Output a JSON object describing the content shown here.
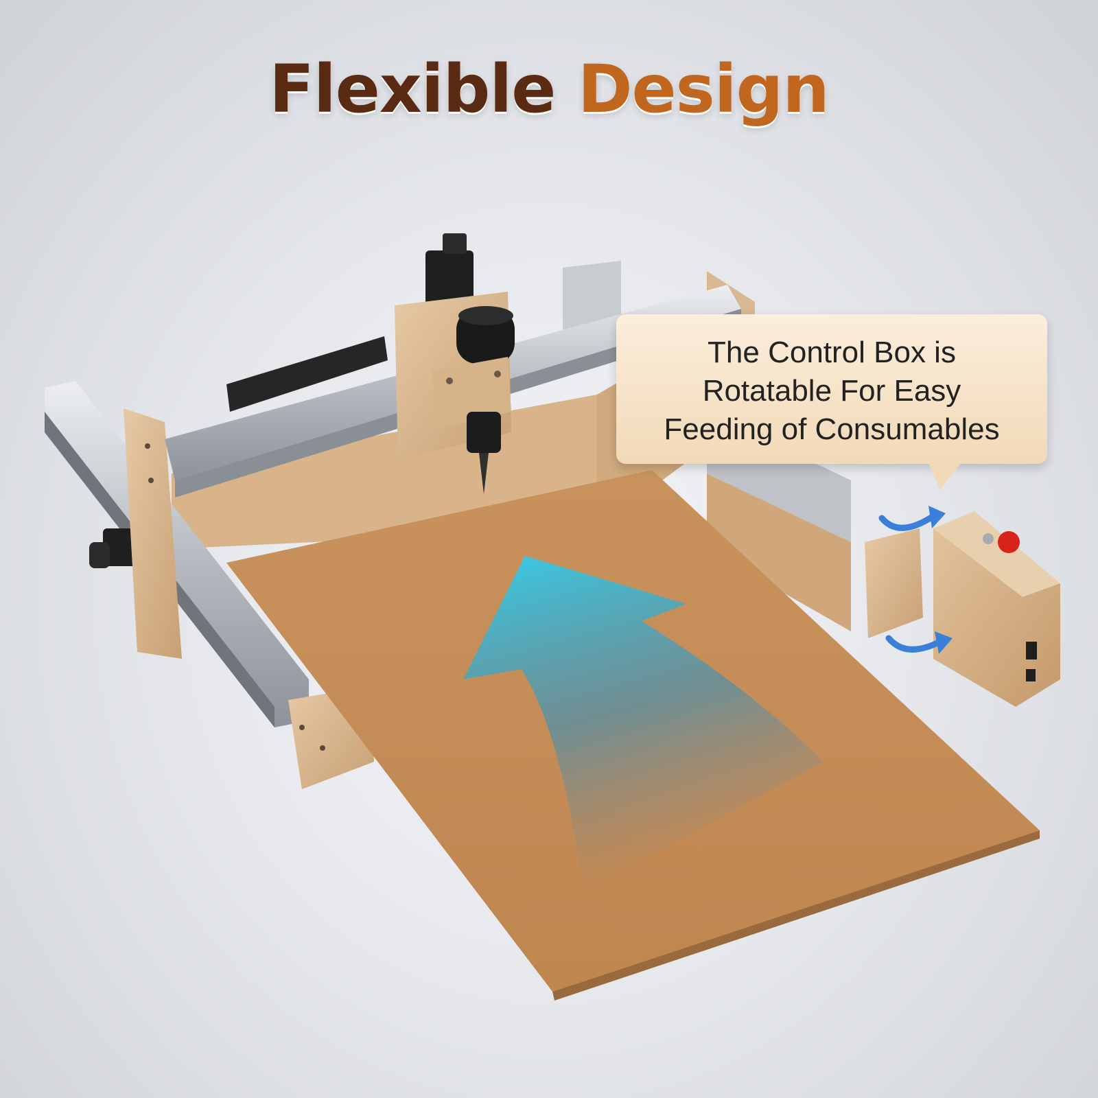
{
  "headline": {
    "word1": "Flexible",
    "word2": "Design"
  },
  "callout": {
    "lines": [
      "The Control Box is",
      "Rotatable For Easy",
      "Feeding of Consumables"
    ]
  },
  "colors": {
    "headline_dark": "#5a2a12",
    "headline_accent": "#c0661e",
    "callout_bg": "#f2d9b8",
    "board": "#c98c55",
    "frame_plate": "#d2aa7c",
    "rail": "#b9bcc1",
    "arrow_top": "#33c8ec",
    "rotate_arrow": "#3a7fd9"
  },
  "icons": [
    "rotate-arrow-icon",
    "feed-direction-arrow-icon",
    "emergency-stop-icon"
  ]
}
